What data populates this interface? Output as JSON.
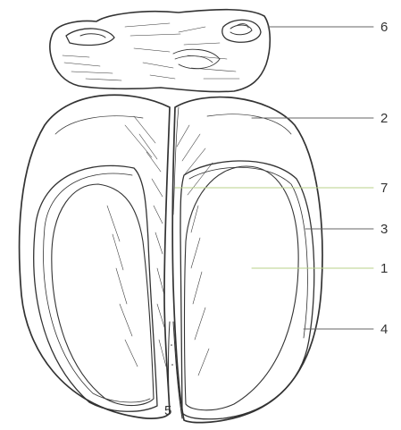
{
  "figure": {
    "labels": {
      "l6": "6",
      "l2": "2",
      "l7": "7",
      "l3": "3",
      "l1": "1",
      "l4": "4",
      "l5": "5"
    }
  },
  "colors": {
    "ink": "#333333",
    "fill": "#ffffff",
    "leader_line": "#666666",
    "accent_line": "#b8d28a"
  }
}
